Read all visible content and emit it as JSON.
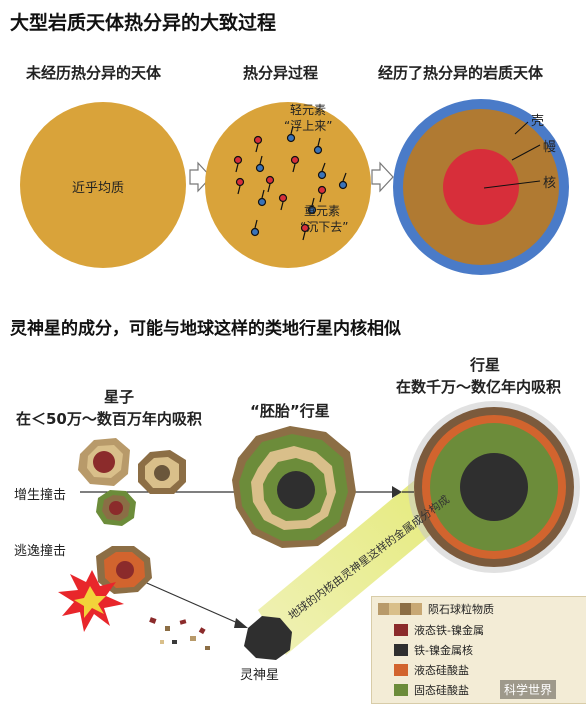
{
  "title1": "大型岩质天体热分异的大致过程",
  "stage_labels": [
    "未经历热分异的天体",
    "热分异过程",
    "经历了热分异的岩质天体"
  ],
  "body1_label": "近乎均质",
  "light_elements": "轻元素",
  "float_up": "“浮上来”",
  "heavy_elements": "重元素",
  "sink_down": "“沉下去”",
  "crust": "壳",
  "mantle": "幔",
  "core": "核",
  "title2": "灵神星的成分，可能与地球这样的类地行星内核相似",
  "planetesimal_title": "星子",
  "planetesimal_sub": "在＜50万～数百万年内吸积",
  "embryo_label": "“胚胎”行星",
  "planet_title": "行星",
  "planet_sub": "在数千万～数亿年内吸积",
  "accretion_impact": "增生撞击",
  "escape_impact": "逃逸撞击",
  "psyche": "灵神星",
  "beam_text": "地球的内核由灵神星这样的金属成分构成",
  "legend": [
    {
      "label": "陨石球粒物质",
      "colors": [
        "#b89a6a",
        "#d9bf8a",
        "#8c6e45",
        "#c8a874"
      ]
    },
    {
      "label": "液态铁-镍金属",
      "color": "#8b2b2b"
    },
    {
      "label": "铁-镍金属核",
      "color": "#2f2f2f"
    },
    {
      "label": "液态硅酸盐",
      "color": "#d2642e"
    },
    {
      "label": "固态硅酸盐",
      "color": "#6c8c3a"
    }
  ],
  "watermark": "科学世界",
  "colors": {
    "body": "#d9a33a",
    "mantle": "#b07a32",
    "core": "#d72e3a",
    "crust": "#4a7bc8"
  }
}
